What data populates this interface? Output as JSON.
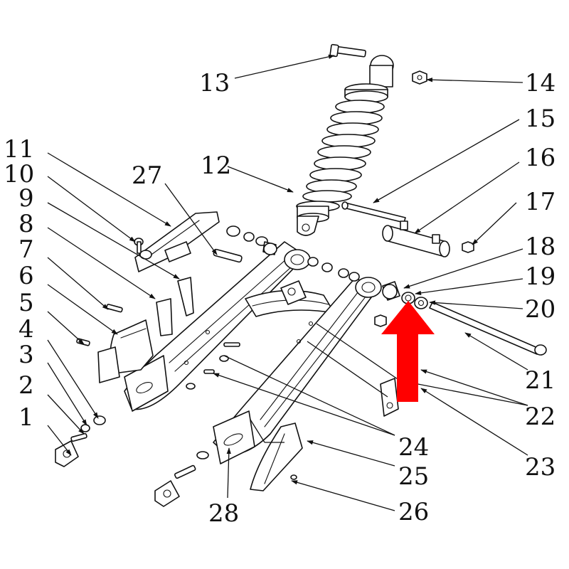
{
  "diagram": {
    "type": "exploded-parts-view",
    "callouts": [
      {
        "id": "1",
        "text": "1"
      },
      {
        "id": "2",
        "text": "2"
      },
      {
        "id": "3",
        "text": "3"
      },
      {
        "id": "4",
        "text": "4"
      },
      {
        "id": "5",
        "text": "5"
      },
      {
        "id": "6",
        "text": "6"
      },
      {
        "id": "7",
        "text": "7"
      },
      {
        "id": "8",
        "text": "8"
      },
      {
        "id": "9",
        "text": "9"
      },
      {
        "id": "10",
        "text": "10"
      },
      {
        "id": "11",
        "text": "11"
      },
      {
        "id": "12",
        "text": "12"
      },
      {
        "id": "13",
        "text": "13"
      },
      {
        "id": "14",
        "text": "14"
      },
      {
        "id": "15",
        "text": "15"
      },
      {
        "id": "16",
        "text": "16"
      },
      {
        "id": "17",
        "text": "17"
      },
      {
        "id": "18",
        "text": "18"
      },
      {
        "id": "19",
        "text": "19"
      },
      {
        "id": "20",
        "text": "20"
      },
      {
        "id": "21",
        "text": "21"
      },
      {
        "id": "22",
        "text": "22"
      },
      {
        "id": "23",
        "text": "23"
      },
      {
        "id": "24",
        "text": "24"
      },
      {
        "id": "25",
        "text": "25"
      },
      {
        "id": "26",
        "text": "26"
      },
      {
        "id": "27",
        "text": "27"
      },
      {
        "id": "28",
        "text": "28"
      }
    ],
    "highlight": {
      "color": "#ff0000",
      "points_to": "19"
    }
  }
}
